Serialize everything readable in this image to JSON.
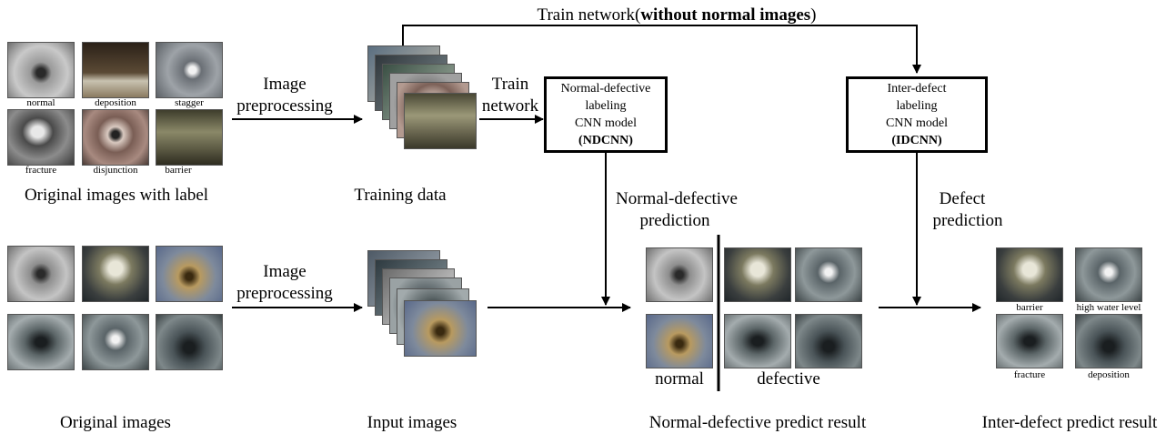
{
  "top_label": {
    "prefix": "Train network(",
    "bold": "without normal images",
    "suffix": ")"
  },
  "image_preprocessing_top": [
    "Image",
    "preprocessing"
  ],
  "image_preprocessing_bottom": [
    "Image",
    "preprocessing"
  ],
  "train_network": [
    "Train",
    "network"
  ],
  "original_labels": [
    "normal",
    "deposition",
    "stagger",
    "fracture",
    "disjunction",
    "barrier"
  ],
  "captions": {
    "original_with_label": "Original images with label",
    "training_data": "Training data",
    "original_images": "Original images",
    "input_images": "Input images",
    "nd_result": "Normal-defective predict result",
    "id_result": "Inter-defect predict result"
  },
  "ndcnn": {
    "line1": "Normal-defective",
    "line2": "labeling",
    "line3": "CNN model",
    "line4": "(NDCNN)"
  },
  "idcnn": {
    "line1": "Inter-defect",
    "line2": "labeling",
    "line3": "CNN model",
    "line4": "(IDCNN)"
  },
  "nd_prediction": [
    "Normal-defective",
    "prediction"
  ],
  "defect_prediction": [
    "Defect",
    "prediction"
  ],
  "split_labels": {
    "normal": "normal",
    "defective": "defective"
  },
  "result_labels": [
    "barrier",
    "high water level",
    "fracture",
    "deposition"
  ]
}
